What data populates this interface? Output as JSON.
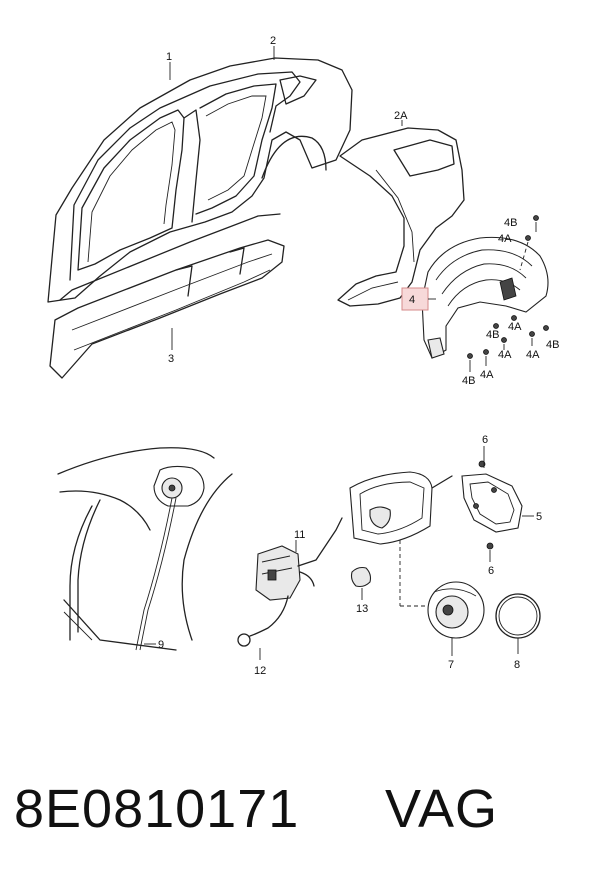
{
  "labels": {
    "l1": "1",
    "l2": "2",
    "l2a": "2A",
    "l3": "3",
    "l4": "4",
    "l4a": "4A",
    "l4b": "4B",
    "l5": "5",
    "l6": "6",
    "l7": "7",
    "l8": "8",
    "l9": "9",
    "l11": "11",
    "l12": "12",
    "l13": "13"
  },
  "footer": {
    "part_number": "8E0810171",
    "brand": "VAG"
  },
  "colors": {
    "highlight": "#f7d9d9",
    "ink": "#222222"
  }
}
